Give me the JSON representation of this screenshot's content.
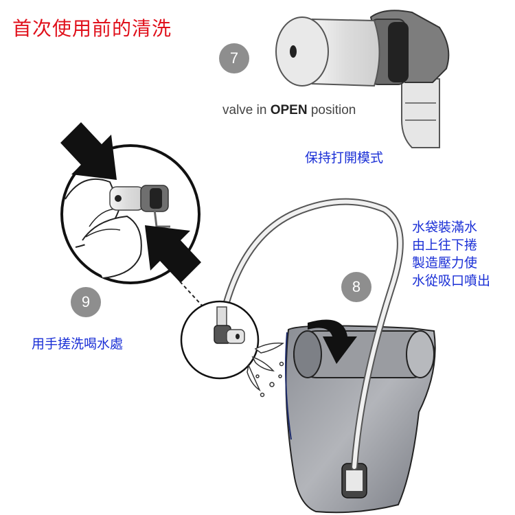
{
  "title": "首次使用前的清洗",
  "steps": [
    {
      "number": "7",
      "valve_caption_prefix": "valve in ",
      "valve_caption_emphasis": "OPEN",
      "valve_caption_suffix": " position",
      "instruction": "保持打開模式"
    },
    {
      "number": "8",
      "instruction_lines": [
        "水袋裝滿水",
        "由上往下捲",
        "製造壓力使",
        "水從吸口噴出"
      ]
    },
    {
      "number": "9",
      "instruction": "用手搓洗喝水處"
    }
  ],
  "colors": {
    "title": "#e0101b",
    "instruction": "#1a2fd6",
    "badge": "#8e8e8e"
  },
  "icons": [
    "valve-illustration",
    "pinch-hand-illustration",
    "arrow-icon",
    "curl-arrow-icon",
    "hydration-bladder-illustration"
  ]
}
